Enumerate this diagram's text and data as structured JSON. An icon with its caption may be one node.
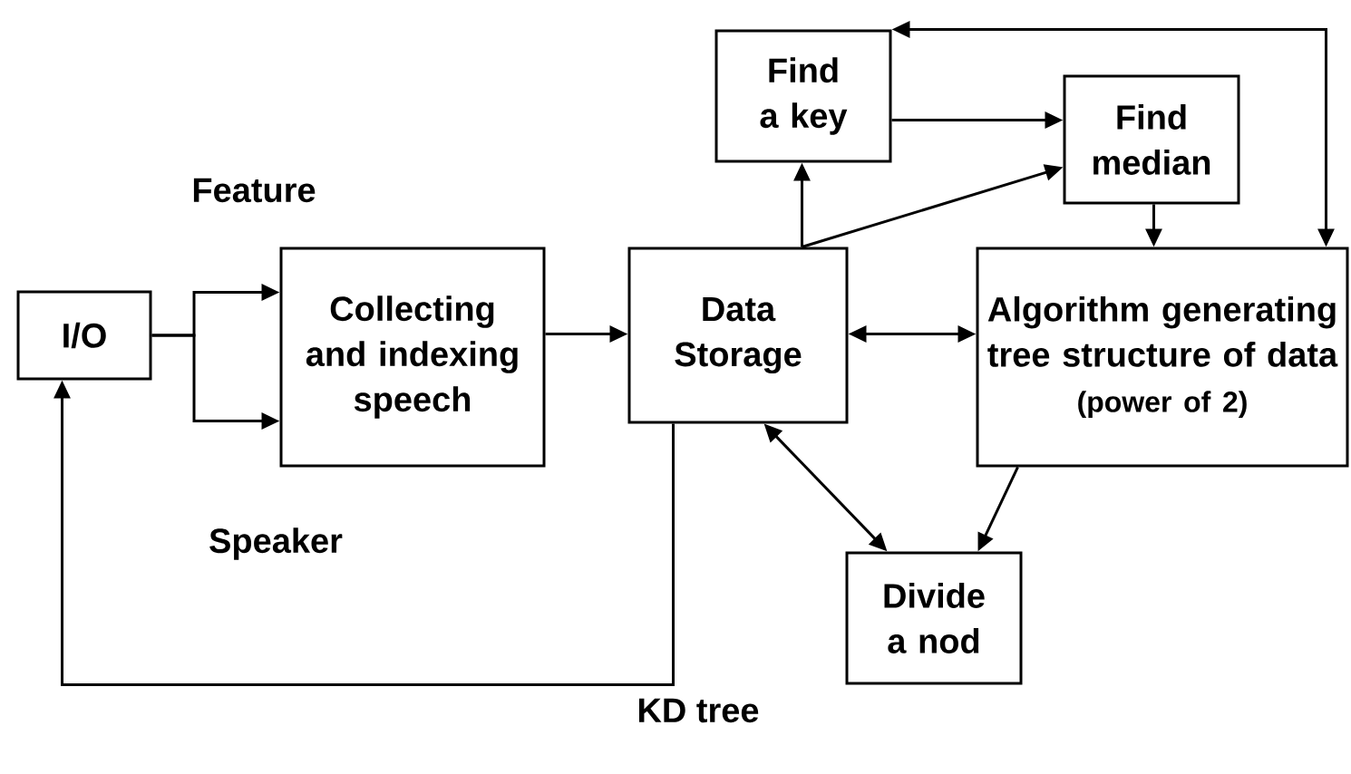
{
  "diagram": {
    "nodes": [
      {
        "text": [
          "I/O"
        ]
      },
      {
        "text": [
          "Collecting and indexing speech"
        ]
      },
      {
        "text": [
          "Data Storage"
        ]
      },
      {
        "text": [
          "Find a key"
        ]
      },
      {
        "text": [
          "Find median"
        ]
      },
      {
        "text": [
          "Algorithm generating tree structure of data",
          "(power of 2)"
        ]
      },
      {
        "text": [
          "Divide a nod"
        ]
      }
    ],
    "edges": [
      {
        "from": 0,
        "to": 1,
        "arrow": "to"
      },
      {
        "from": 0,
        "to": 1,
        "arrow": "to"
      },
      {
        "from": 1,
        "to": 2,
        "arrow": "to"
      },
      {
        "from": 2,
        "to": 3,
        "arrow": "to"
      },
      {
        "from": 2,
        "to": 4,
        "arrow": "to"
      },
      {
        "from": 3,
        "to": 4,
        "arrow": "to"
      },
      {
        "from": 4,
        "to": 5,
        "arrow": "to"
      },
      {
        "from": 2,
        "to": 5,
        "arrow": "both"
      },
      {
        "from": 3,
        "to": 5,
        "arrow": "both"
      },
      {
        "from": 5,
        "to": 6,
        "arrow": "to"
      },
      {
        "from": 2,
        "to": 6,
        "arrow": "both"
      },
      {
        "from": 2,
        "to": 0,
        "arrow": "to"
      }
    ],
    "labels": [
      "Feature",
      "Speaker",
      "KD tree"
    ]
  }
}
